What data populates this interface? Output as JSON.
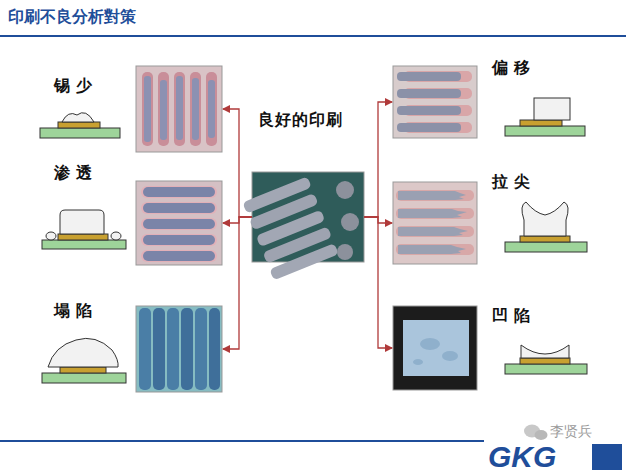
{
  "diagram": {
    "title": "印刷不良分析對策",
    "nodes": [
      {
        "text": [
          "良好的印刷"
        ]
      },
      {
        "text": [
          "锡少"
        ]
      },
      {
        "text": [
          "渗透"
        ]
      },
      {
        "text": [
          "塌陷"
        ]
      },
      {
        "text": [
          "偏移"
        ]
      },
      {
        "text": [
          "拉尖"
        ]
      },
      {
        "text": [
          "凹陷"
        ]
      }
    ],
    "edges": [
      {
        "from": 0,
        "to": 1,
        "arrow": "to"
      },
      {
        "from": 0,
        "to": 2,
        "arrow": "to"
      },
      {
        "from": 0,
        "to": 3,
        "arrow": "to"
      },
      {
        "from": 0,
        "to": 4,
        "arrow": "to"
      },
      {
        "from": 0,
        "to": 5,
        "arrow": "to"
      },
      {
        "from": 0,
        "to": 6,
        "arrow": "to"
      }
    ],
    "labels": [
      "李贤兵",
      "GKG"
    ]
  }
}
